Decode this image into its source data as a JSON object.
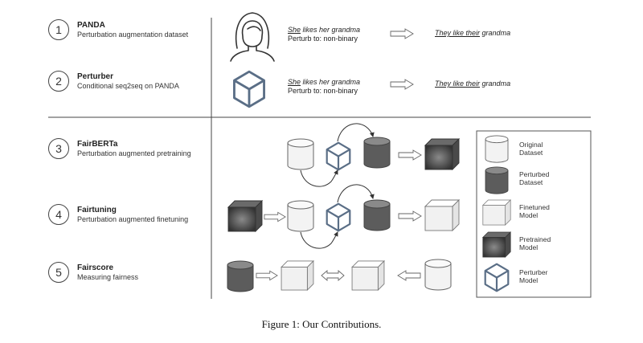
{
  "steps": [
    {
      "num": "1",
      "title": "PANDA",
      "subtitle": "Perturbation augmentation dataset"
    },
    {
      "num": "2",
      "title": "Perturber",
      "subtitle": "Conditional seq2seq on PANDA"
    },
    {
      "num": "3",
      "title": "FairBERTa",
      "subtitle": "Perturbation augmented pretraining"
    },
    {
      "num": "4",
      "title": "Fairtuning",
      "subtitle": "Perturbation augmented finetuning"
    },
    {
      "num": "5",
      "title": "Fairscore",
      "subtitle": "Measuring fairness"
    }
  ],
  "examples": [
    {
      "source_pronoun": "She",
      "source_rest": " likes her grandma",
      "instruction": "Perturb to: non-binary",
      "target_word1": "They",
      "target_mid": " like ",
      "target_word2": "their",
      "target_rest": " grandma"
    },
    {
      "source_pronoun": "She",
      "source_rest": " likes her grandma",
      "instruction": "Perturb to: non-binary",
      "target_word1": "They",
      "target_mid": " like ",
      "target_word2": "their",
      "target_rest": " grandma"
    }
  ],
  "legend": [
    {
      "line1": "Original",
      "line2": "Dataset",
      "icon": "light-cylinder-icon"
    },
    {
      "line1": "Perturbed",
      "line2": "Dataset",
      "icon": "dark-cylinder-icon"
    },
    {
      "line1": "Finetuned",
      "line2": "Model",
      "icon": "light-cube-icon"
    },
    {
      "line1": "Pretrained",
      "line2": "Model",
      "icon": "dark-cube-icon"
    },
    {
      "line1": "Perturber",
      "line2": "Model",
      "icon": "hexagon-cube-icon"
    }
  ],
  "caption": "Figure 1: Our Contributions.",
  "colors": {
    "perturber_blue": "#5a6e86",
    "dark_fill": "#555555",
    "light_fill": "#f2f2f2"
  }
}
